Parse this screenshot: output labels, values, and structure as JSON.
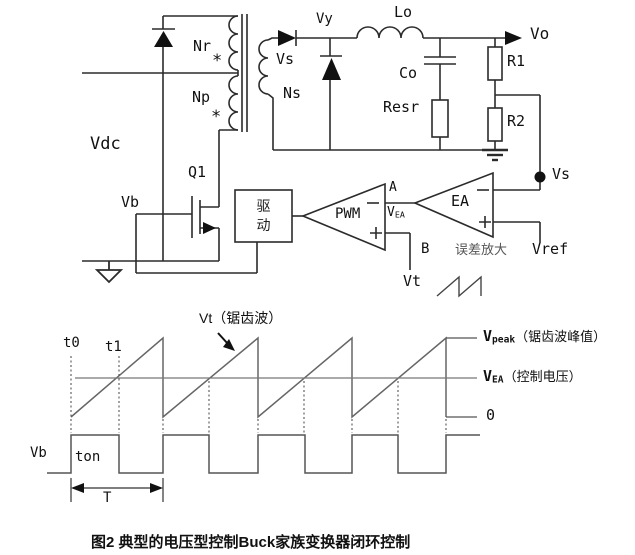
{
  "figure": {
    "caption": "图2 典型的电压型控制Buck家族变换器闭环控制"
  },
  "circuit": {
    "vdc": "Vdc",
    "vb": "Vb",
    "q1": "Q1",
    "nr": "Nr",
    "np": "Np",
    "ns": "Ns",
    "vs_winding": "Vs",
    "polarity_star": "*",
    "drive_line1": "驱",
    "drive_line2": "动",
    "pwm": "PWM",
    "input_a": "A",
    "input_b": "B",
    "vea_base": "V",
    "vea_sub": "EA",
    "vt": "Vt",
    "ea": "EA",
    "error_amp": "误差放大",
    "vref": "Vref",
    "vs_node": "Vs",
    "vy": "Vy",
    "lo": "Lo",
    "co": "Co",
    "resr": "Resr",
    "r1": "R1",
    "r2": "R2",
    "vo": "Vo"
  },
  "waveform": {
    "t0": "t0",
    "t1": "t1",
    "vt_label": "Vt（锯齿波）",
    "vpeak_base": "V",
    "vpeak_sub": "peak",
    "vpeak_suffix": "（锯齿波峰值）",
    "vea_base": "V",
    "vea_sub": "EA",
    "vea_suffix": "（控制电压）",
    "zero": "0",
    "vb": "Vb",
    "ton": "ton",
    "t_period": "T"
  },
  "colors": {
    "line": "#2b2b2b",
    "wave_gray": "#666666",
    "fill_black": "#111111"
  }
}
